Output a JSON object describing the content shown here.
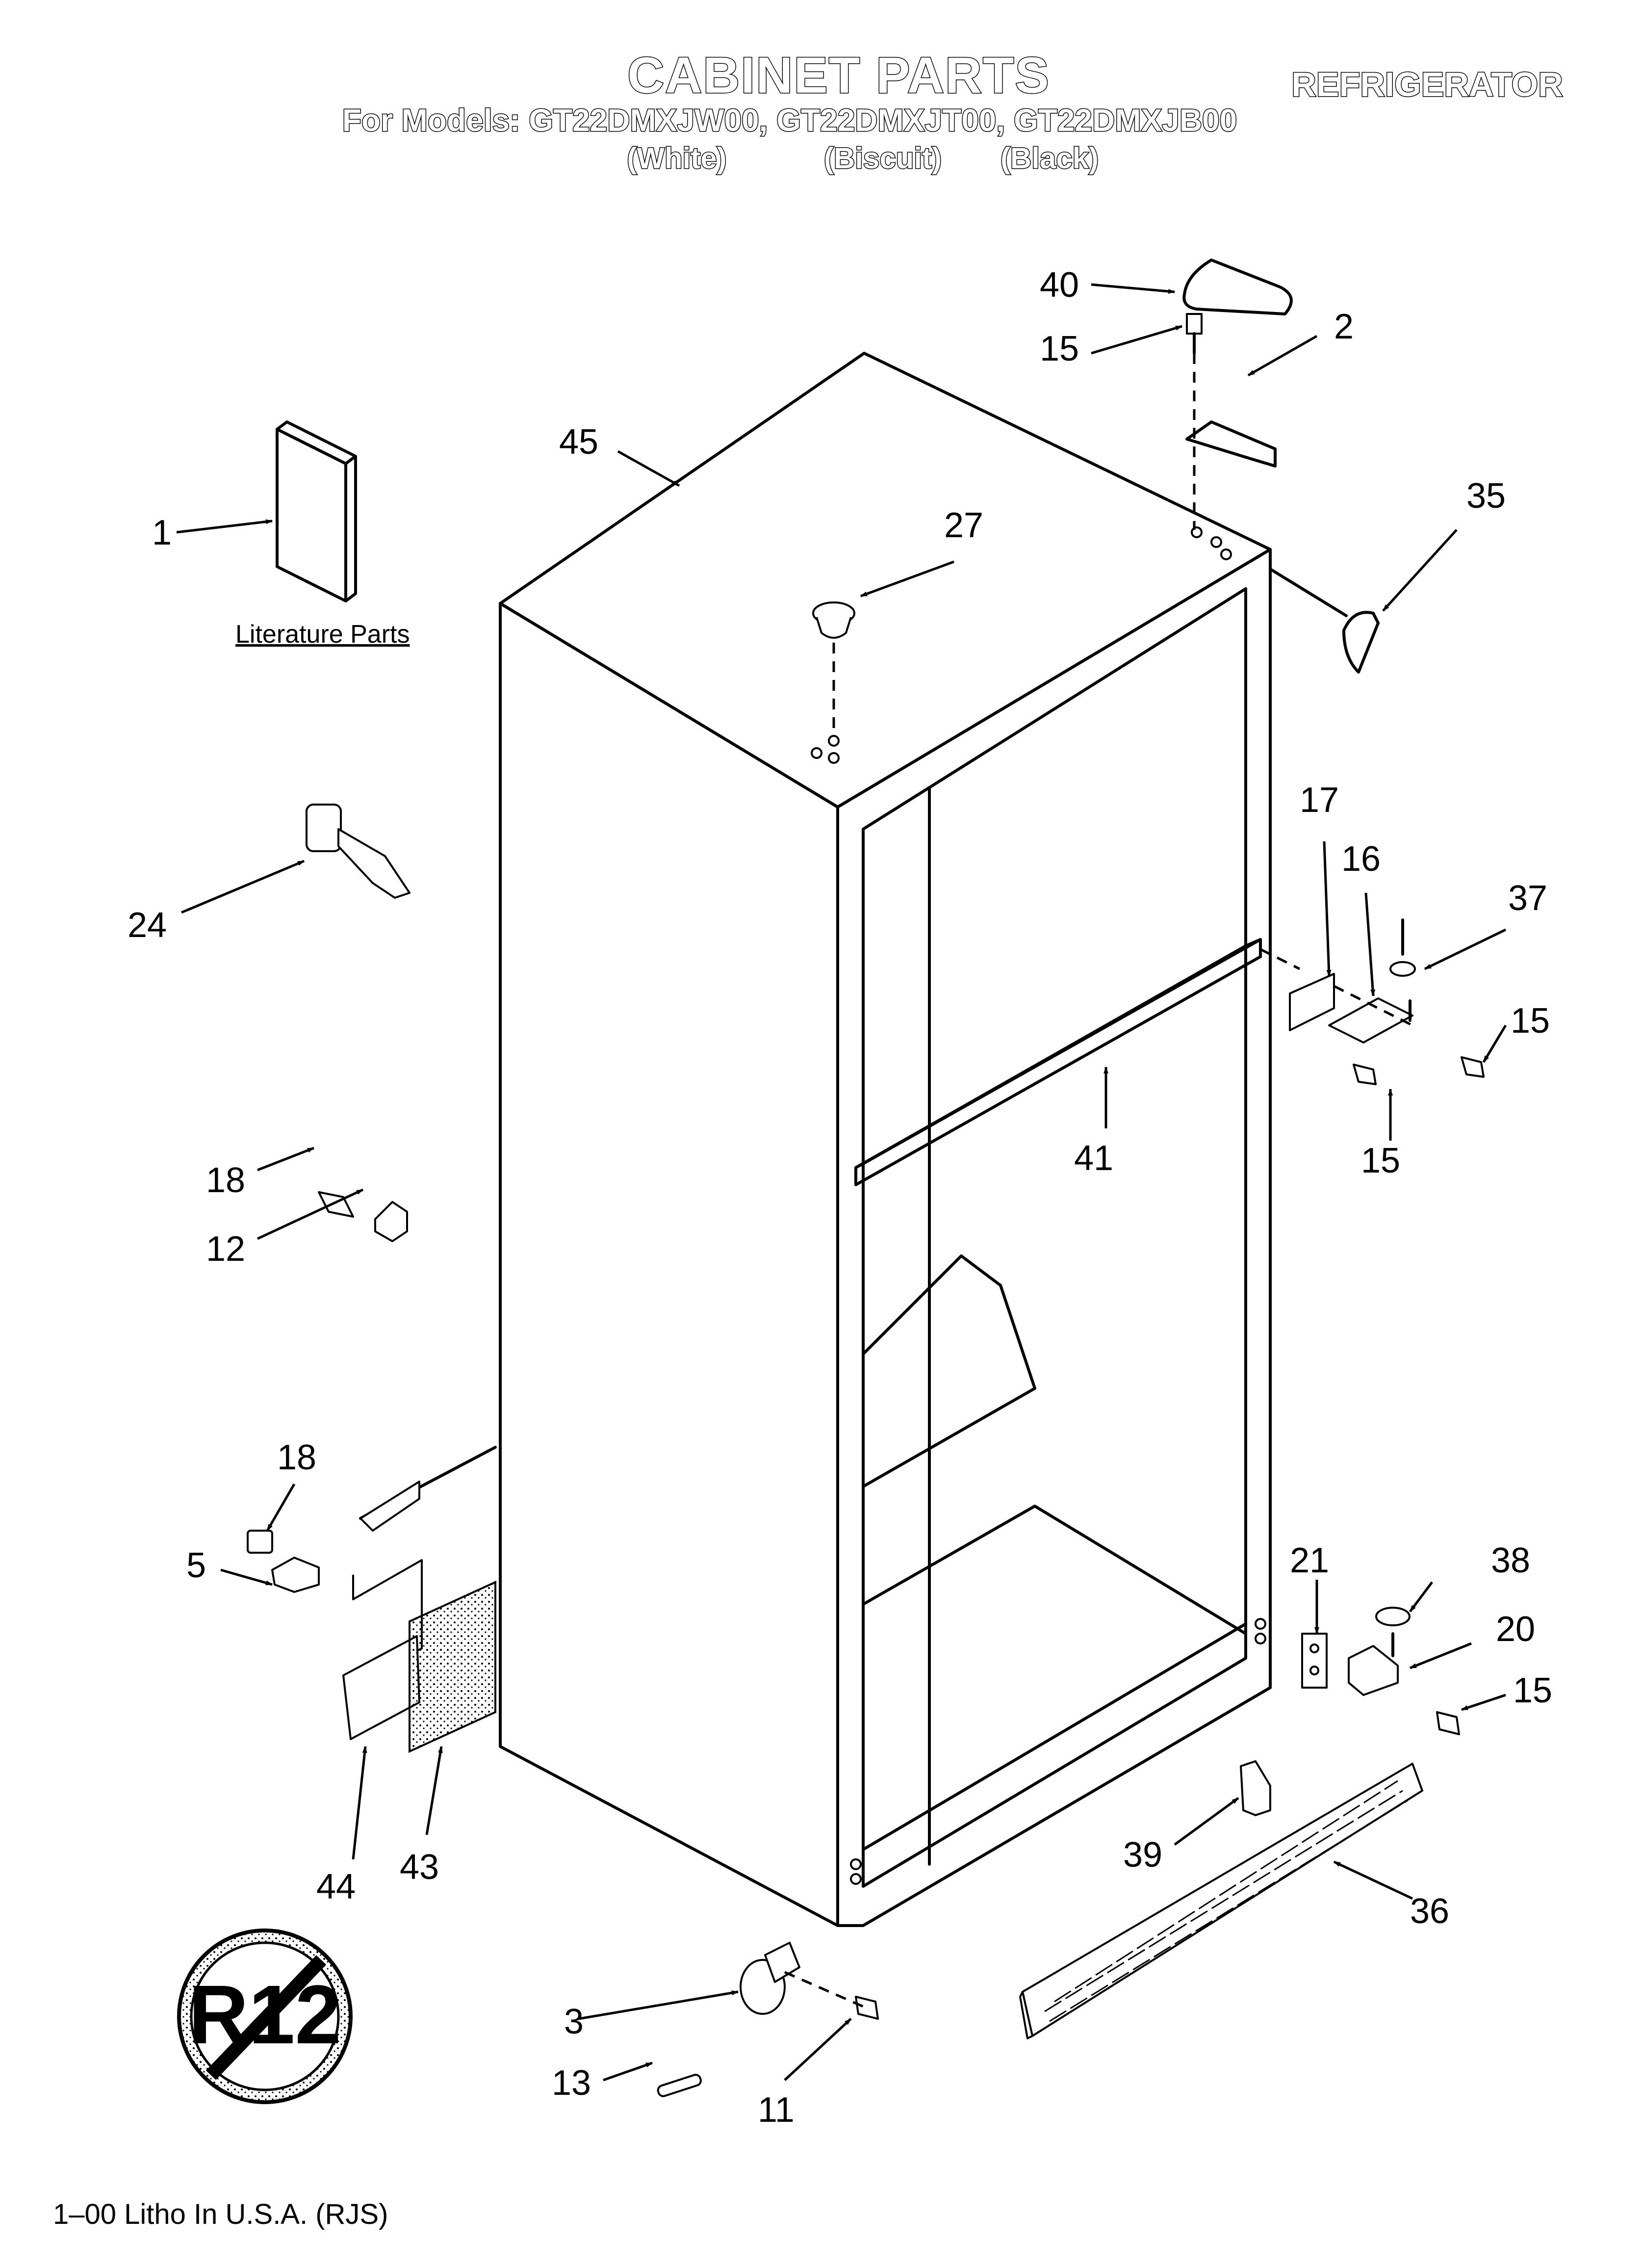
{
  "header": {
    "title": "CABINET PARTS",
    "category": "REFRIGERATOR",
    "models_line": "For Models: GT22DMXJW00, GT22DMXJT00, GT22DMXJB00",
    "color_white": "(White)",
    "color_biscuit": "(Biscuit)",
    "color_black": "(Black)"
  },
  "literature_label": "Literature Parts",
  "r12_stamp": "R12",
  "footer": "1–00 Litho In U.S.A. (RJS)",
  "callouts": {
    "p1": "1",
    "p2": "2",
    "p3": "3",
    "p5": "5",
    "p11": "11",
    "p12": "12",
    "p13": "13",
    "p15a": "15",
    "p15b": "15",
    "p15c": "15",
    "p15d": "15",
    "p16": "16",
    "p17": "17",
    "p18a": "18",
    "p18b": "18",
    "p20": "20",
    "p21": "21",
    "p24": "24",
    "p27": "27",
    "p35": "35",
    "p36": "36",
    "p37": "37",
    "p38": "38",
    "p39": "39",
    "p40": "40",
    "p41": "41",
    "p43": "43",
    "p44": "44",
    "p45": "45"
  }
}
